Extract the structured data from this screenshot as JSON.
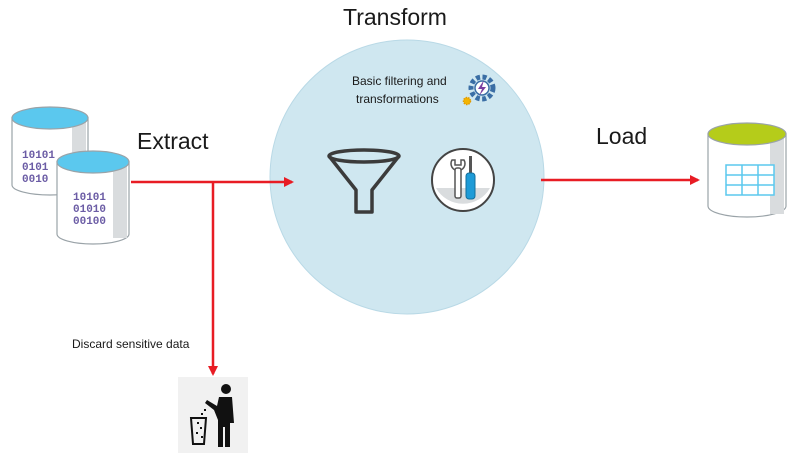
{
  "diagram": {
    "stages": {
      "transform": "Transform",
      "extract": "Extract",
      "load": "Load"
    },
    "notes": {
      "filtering_line1": "Basic filtering and",
      "filtering_line2": "transformations",
      "discard": "Discard sensitive data"
    },
    "source_db_back": {
      "lines": [
        "10101",
        "0101",
        "0010"
      ]
    },
    "source_db_front": {
      "lines": [
        "10101",
        "01010",
        "00100"
      ]
    },
    "colors": {
      "arrow": "#e81c24",
      "circle_fill": "#cfe7f0",
      "db_top_blue": "#5bc8ee",
      "db_top_green": "#b5cc1a",
      "tool_blue": "#1e9bd7",
      "binary_text": "#6b5ca5",
      "gear": "#3a6ea5",
      "spark": "#f4b400"
    },
    "icons": [
      "database-icon",
      "funnel-icon",
      "tools-icon",
      "gear-icon",
      "trash-icon",
      "table-database-icon"
    ]
  }
}
